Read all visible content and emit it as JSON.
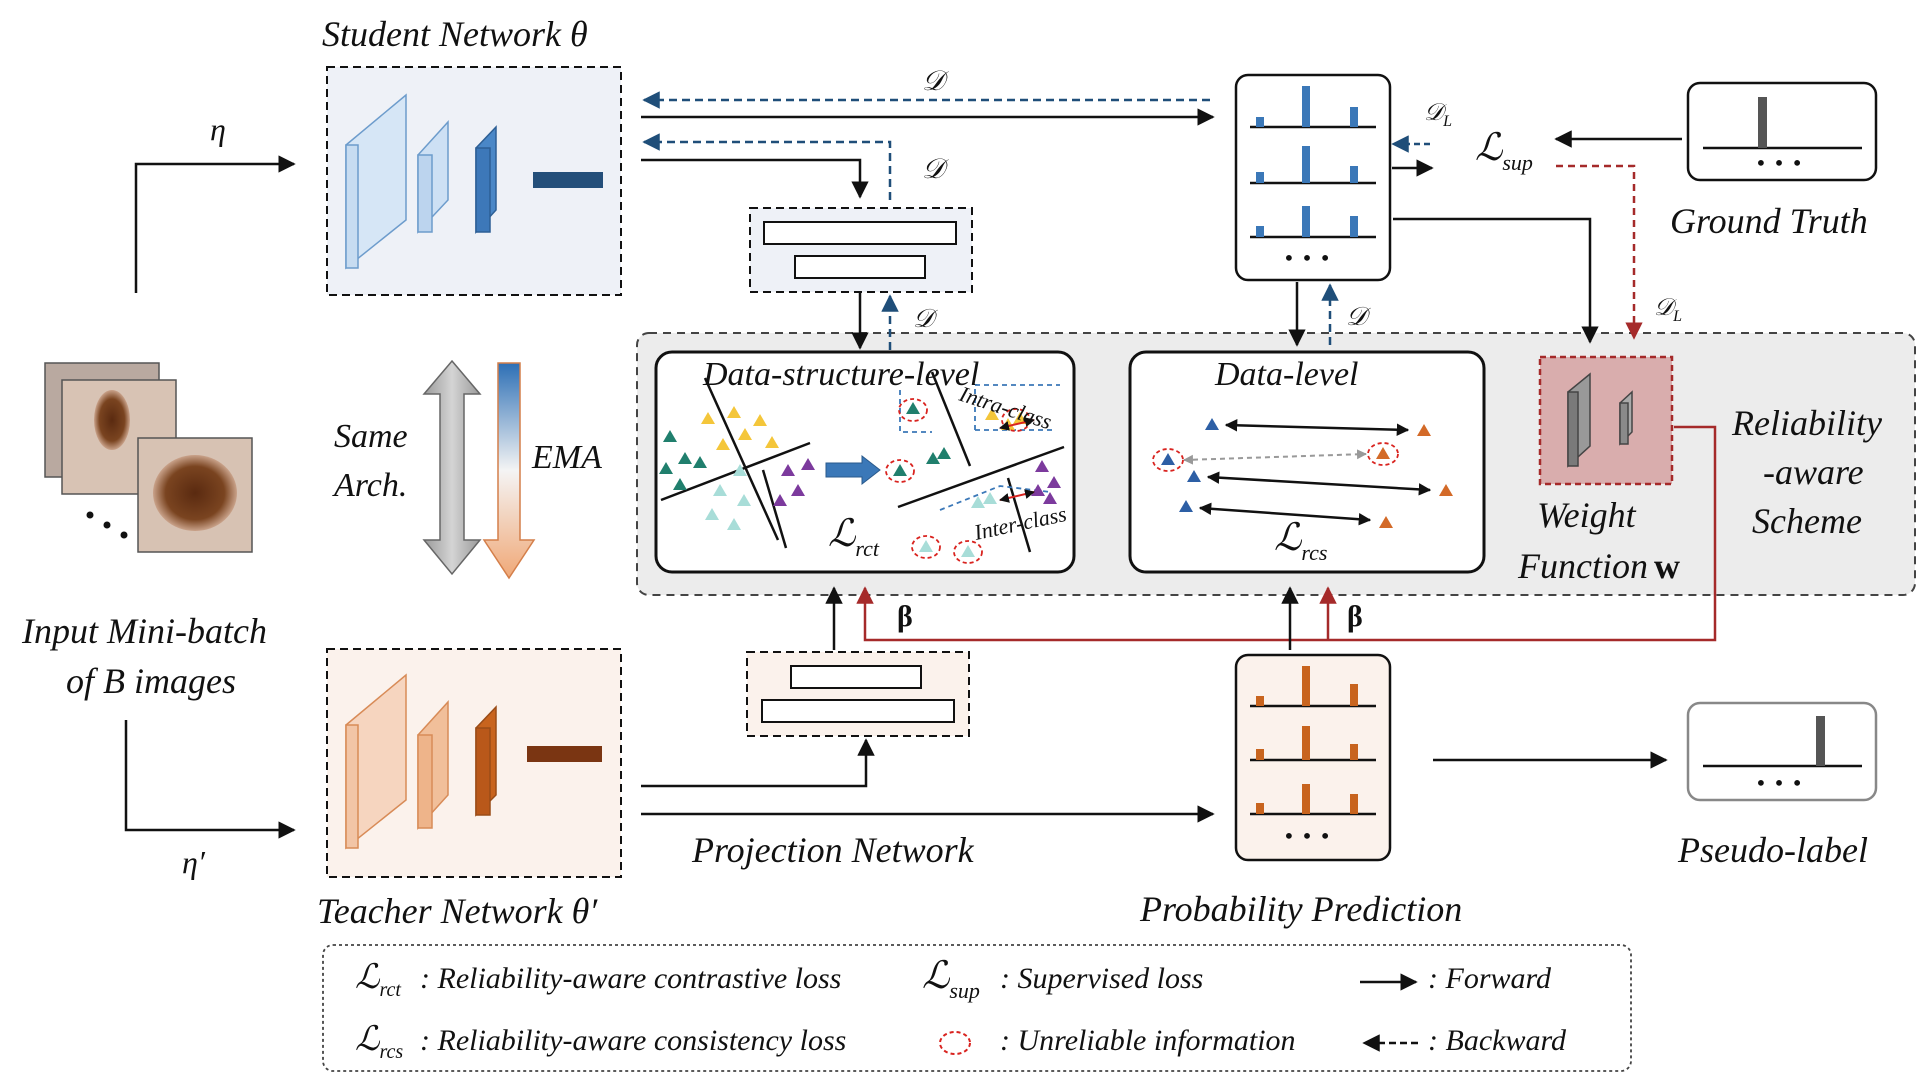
{
  "labels": {
    "student_network": "Student Network θ",
    "teacher_network": "Teacher Network θ′",
    "input_line1": "Input Mini-batch",
    "input_line2": "of B images",
    "same_arch_line1": "Same",
    "same_arch_line2": "Arch.",
    "ema": "EMA",
    "eta": "η",
    "eta_prime": "η′",
    "ground_truth": "Ground Truth",
    "pseudo_label": "Pseudo-label",
    "projection_network": "Projection Network",
    "probability_prediction": "Probability Prediction",
    "data_structure_level": "Data-structure-level",
    "data_level": "Data-level",
    "intra_class": "Intra-class",
    "inter_class": "Inter-class",
    "weight_function_line1": "Weight",
    "weight_function_line2": "Function",
    "weight_symbol": "w",
    "reliability_line1": "Reliability",
    "reliability_line2": "-aware",
    "reliability_line3": "Scheme",
    "d_symbol": "𝒟",
    "dl_symbol": "𝒟",
    "dl_sub": "L",
    "beta": "β",
    "ellipsis": "• • •",
    "l_symbol": "ℒ",
    "l_sup_sub": "sup",
    "l_rct_sub": "rct",
    "l_rcs_sub": "rcs"
  },
  "legend": {
    "rct_sub": "rct",
    "rct_desc": ": Reliability-aware contrastive loss",
    "rcs_sub": "rcs",
    "rcs_desc": ": Reliability-aware consistency loss",
    "sup_sub": "sup",
    "sup_desc": ": Supervised loss",
    "unreliable_desc": ": Unreliable information",
    "forward_desc": ": Forward",
    "backward_desc": ": Backward"
  },
  "colors": {
    "student_blue": "#3b78b8",
    "teacher_orange": "#c8641e",
    "backward_blue": "#1f4e79",
    "reliability_red": "#a52a2a",
    "scheme_gray": "#ececec"
  }
}
